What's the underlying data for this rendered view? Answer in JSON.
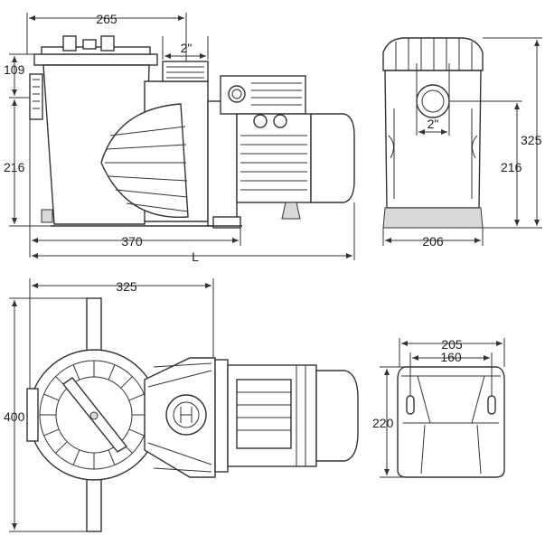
{
  "diagram": {
    "side_view": {
      "width_top": "265",
      "inlet_size": "2\"",
      "inlet_height": "109",
      "body_height": "216",
      "base_length": "370",
      "total_length": "L"
    },
    "front_view": {
      "outlet_size": "2\"",
      "total_height": "325",
      "outlet_height": "216",
      "base_width": "206"
    },
    "top_view": {
      "length": "325",
      "width": "400"
    },
    "foot_view": {
      "outer_width": "205",
      "inner_width": "160",
      "depth": "220"
    }
  },
  "colors": {
    "line": "#333333",
    "fill": "#ffffff",
    "shade": "#d9d9d9"
  }
}
